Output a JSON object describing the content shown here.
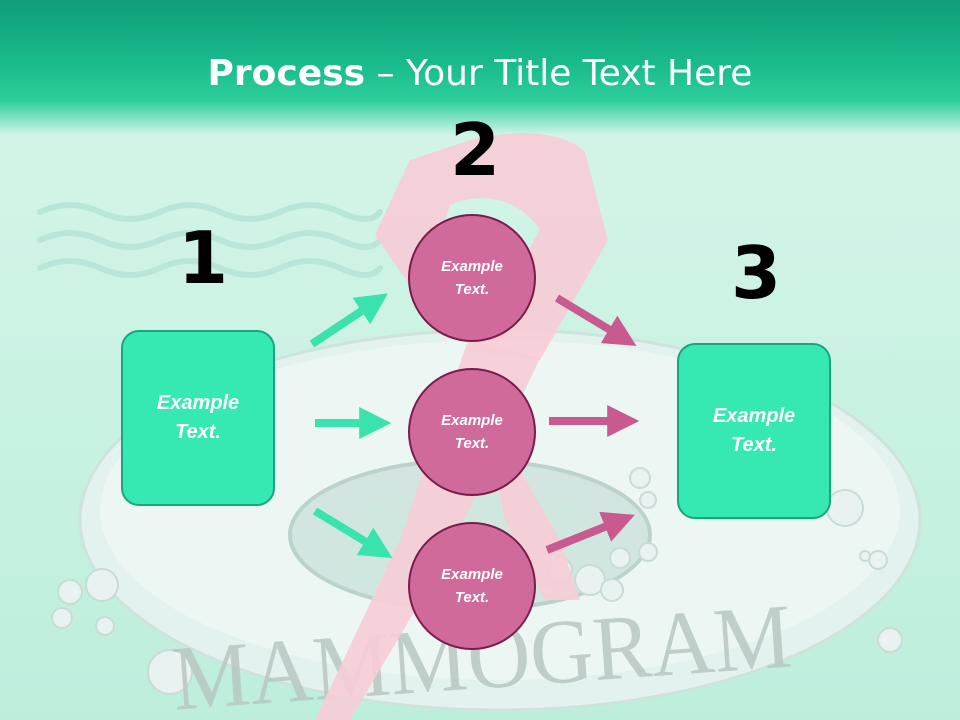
{
  "title": {
    "bold": "Process",
    "rest": " – Your Title Text Here"
  },
  "background_text": "MAMMOGRAM",
  "steps": {
    "one": {
      "number": "1",
      "box_text": "Example\nText."
    },
    "two": {
      "number": "2",
      "circles": [
        {
          "text": "Example\nText."
        },
        {
          "text": "Example\nText."
        },
        {
          "text": "Example\nText."
        }
      ]
    },
    "three": {
      "number": "3",
      "box_text": "Example\nText."
    }
  },
  "colors": {
    "accent_green": "#36e8b2",
    "accent_pink": "#cf6a9a",
    "arrow_green": "#3ae2ad",
    "arrow_pink": "#c85a8f",
    "ribbon": "#f6cdd7"
  }
}
